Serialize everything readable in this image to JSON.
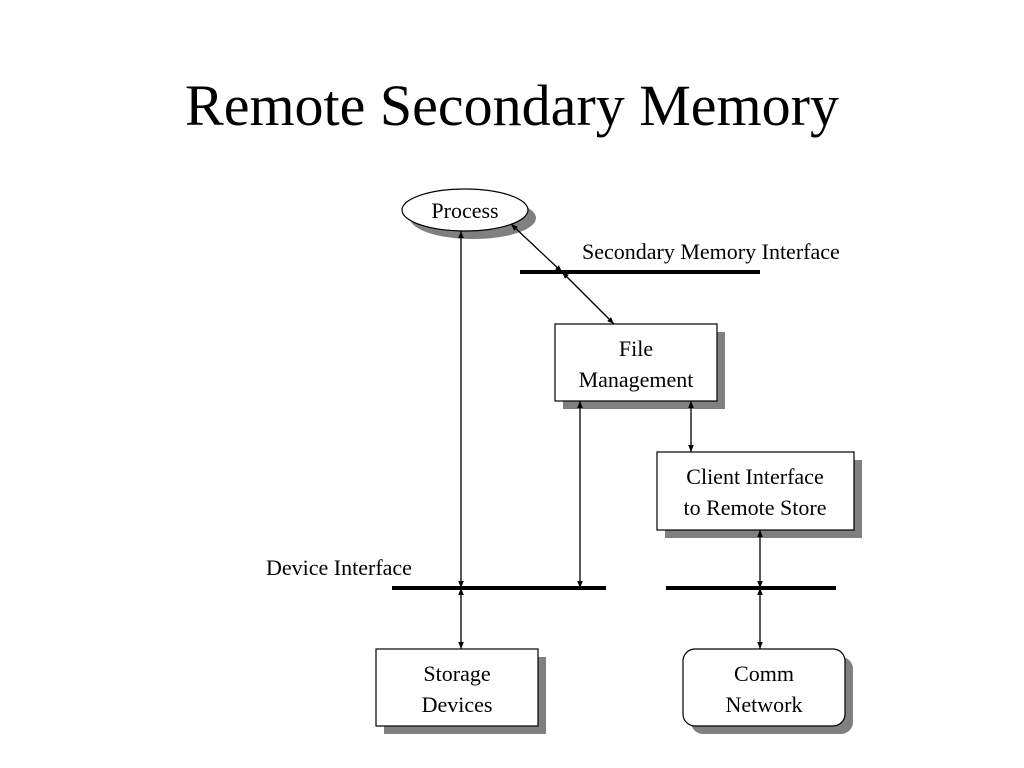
{
  "title": "Remote Secondary Memory",
  "nodes": {
    "process": "Process",
    "file_management": [
      "File",
      "Management"
    ],
    "client_interface": [
      "Client Interface",
      "to Remote Store"
    ],
    "storage_devices": [
      "Storage",
      "Devices"
    ],
    "comm_network": [
      "Comm",
      "Network"
    ]
  },
  "interfaces": {
    "secondary_memory": "Secondary Memory Interface",
    "device": "Device Interface"
  },
  "colors": {
    "shadow": "#808080",
    "line": "#000000",
    "box_fill": "#ffffff"
  }
}
